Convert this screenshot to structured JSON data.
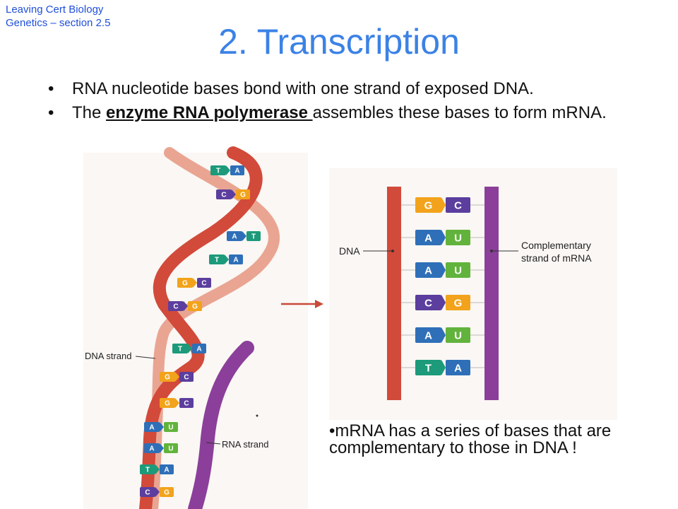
{
  "course": {
    "line1": "Leaving Cert Biology",
    "line2": "Genetics – section 2.5"
  },
  "title": "2. Transcription",
  "bullets": {
    "b1": "RNA nucleotide bases bond with one strand of exposed DNA.",
    "b2_pre": "The ",
    "b2_term": "enzyme RNA polymerase ",
    "b2_post": "assembles these bases to form mRNA."
  },
  "diagram_labels": {
    "dna_strand": "DNA strand",
    "rna_strand": "RNA strand",
    "dna": "DNA",
    "complementary_1": "Complementary",
    "complementary_2": "strand of mRNA"
  },
  "helix_pairs": [
    {
      "left": "T",
      "right": "A"
    },
    {
      "left": "C",
      "right": "G"
    },
    {
      "left": "A",
      "right": "T"
    },
    {
      "left": "T",
      "right": "A"
    },
    {
      "left": "G",
      "right": "C"
    },
    {
      "left": "C",
      "right": "G"
    },
    {
      "left": "T",
      "right": "A"
    },
    {
      "left": "G",
      "right": "C"
    },
    {
      "left": "G",
      "right": "C"
    },
    {
      "left": "A",
      "right": "U"
    },
    {
      "left": "A",
      "right": "U"
    },
    {
      "left": "T",
      "right": "A"
    },
    {
      "left": "C",
      "right": "G"
    }
  ],
  "ladder_pairs": [
    {
      "left": "G",
      "right": "C"
    },
    {
      "left": "A",
      "right": "U"
    },
    {
      "left": "A",
      "right": "U"
    },
    {
      "left": "C",
      "right": "G"
    },
    {
      "left": "A",
      "right": "U"
    },
    {
      "left": "T",
      "right": "A"
    }
  ],
  "colors": {
    "A": "#2e6fb8",
    "T": "#1c9a7a",
    "G": "#f2a31b",
    "C": "#5b3e9e",
    "U": "#62b33c",
    "dna_strand": "#d24a3a",
    "rna_strand": "#8b3f9a"
  },
  "note": "•mRNA has a series of bases that are complementary to those in DNA !"
}
